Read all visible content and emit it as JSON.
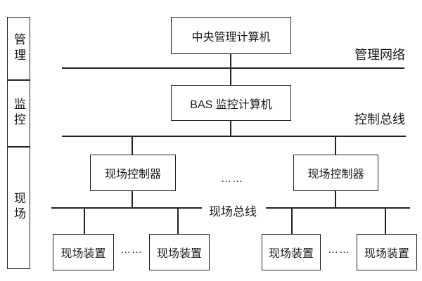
{
  "sidebar": {
    "items": [
      {
        "label": "管理"
      },
      {
        "label": "监控"
      },
      {
        "label": "现场"
      }
    ]
  },
  "nodes": {
    "central_computer": "中央管理计算机",
    "bas_computer": "BAS 监控计算机"
  },
  "controllers": [
    {
      "label": "现场控制器"
    },
    {
      "label": "现场控制器"
    }
  ],
  "devices": [
    {
      "label": "现场装置"
    },
    {
      "label": "现场装置"
    },
    {
      "label": "现场装置"
    },
    {
      "label": "现场装置"
    }
  ],
  "bus_labels": {
    "management_network": "管理网络",
    "control_bus": "控制总线",
    "field_bus": "现场总线"
  },
  "ellipsis": {
    "between_controllers": "……",
    "between_devices_left": "……",
    "between_devices_right": "……"
  },
  "colors": {
    "line": "#222222",
    "text": "#1a1a1a",
    "background": "#ffffff"
  }
}
